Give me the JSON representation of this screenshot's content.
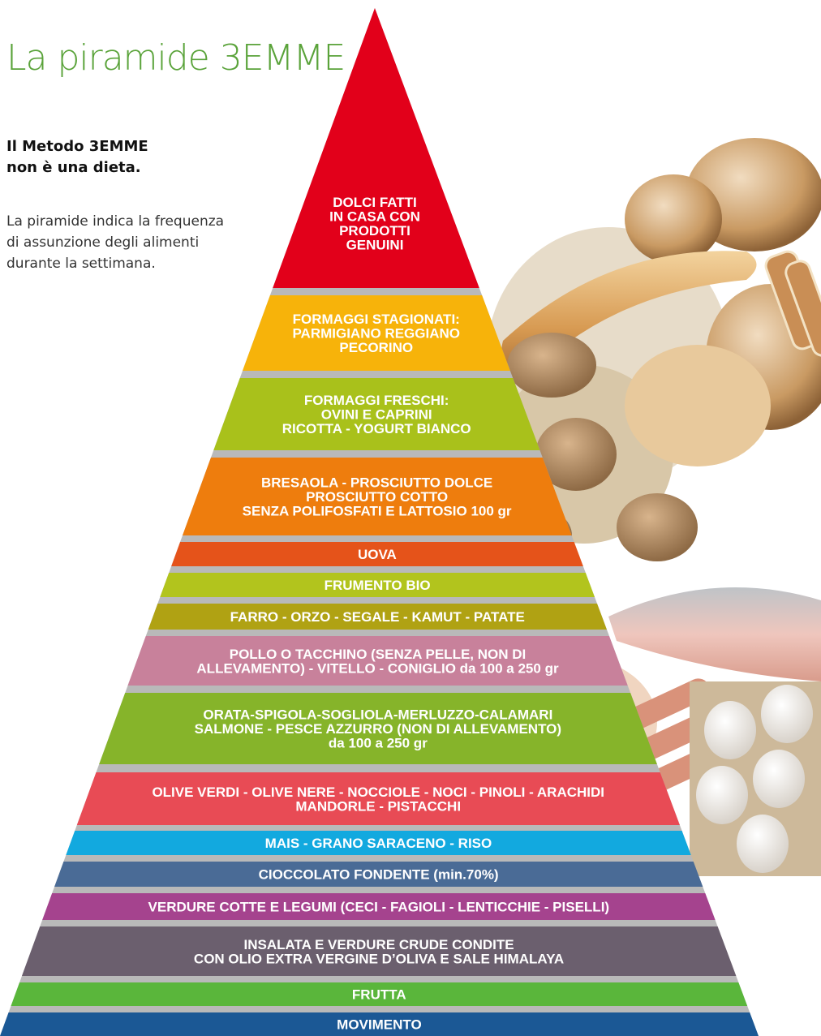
{
  "title": "La piramide 3EMME",
  "intro": {
    "bold_line1": "Il Metodo 3EMME",
    "bold_line2": "non è una dieta.",
    "text_line1": "La piramide indica la frequenza",
    "text_line2": "di assunzione degli alimenti",
    "text_line3": "durante la settimana."
  },
  "colors": {
    "title_green": "#5aa33a",
    "separator": "#b9b9b9",
    "label_text": "#ffffff"
  },
  "tiers": [
    {
      "lines": [
        "DOLCI FATTI",
        "IN CASA CON",
        "PRODOTTI",
        "GENUINI"
      ],
      "color": "#e2001a"
    },
    {
      "lines": [
        "FORMAGGI STAGIONATI:",
        "PARMIGIANO REGGIANO",
        "PECORINO"
      ],
      "color": "#f7b30a"
    },
    {
      "lines": [
        "FORMAGGI FRESCHI:",
        "OVINI E CAPRINI",
        "RICOTTA - YOGURT BIANCO"
      ],
      "color": "#a9c11b"
    },
    {
      "lines": [
        "BRESAOLA - PROSCIUTTO DOLCE",
        "PROSCIUTTO COTTO",
        "SENZA POLIFOSFATI E LATTOSIO 100 gr"
      ],
      "color": "#ee7d0d"
    },
    {
      "lines": [
        "UOVA"
      ],
      "color": "#e5531a"
    },
    {
      "lines": [
        "FRUMENTO BIO"
      ],
      "color": "#b2c41d"
    },
    {
      "lines": [
        "FARRO - ORZO - SEGALE - KAMUT - PATATE"
      ],
      "color": "#b0a213"
    },
    {
      "lines": [
        "POLLO O  TACCHINO (SENZA PELLE, NON DI",
        "ALLEVAMENTO)  - VITELLO - CONIGLIO da 100 a 250 gr"
      ],
      "color": "#c8819b"
    },
    {
      "lines": [
        "ORATA-SPIGOLA-SOGLIOLA-MERLUZZO-CALAMARI",
        "SALMONE  - PESCE AZZURRO (NON DI ALLEVAMENTO)",
        "da 100 a 250 gr"
      ],
      "color": "#86b42a"
    },
    {
      "lines": [
        "OLIVE VERDI - OLIVE NERE - NOCCIOLE - NOCI - PINOLI - ARACHIDI",
        "MANDORLE - PISTACCHI"
      ],
      "color": "#e84b55"
    },
    {
      "lines": [
        "MAIS - GRANO SARACENO - RISO"
      ],
      "color": "#12a9df"
    },
    {
      "lines": [
        "CIOCCOLATO FONDENTE (min.70%)"
      ],
      "color": "#4a6b96"
    },
    {
      "lines": [
        "VERDURE COTTE E LEGUMI (CECI - FAGIOLI - LENTICCHIE - PISELLI)"
      ],
      "color": "#a5438e"
    },
    {
      "lines": [
        "INSALATA E VERDURE CRUDE CONDITE",
        "CON OLIO EXTRA VERGINE D’OLIVA E SALE HIMALAYA"
      ],
      "color": "#6b5f6e"
    },
    {
      "lines": [
        "FRUTTA"
      ],
      "color": "#5ab63b"
    },
    {
      "lines": [
        "MOVIMENTO"
      ],
      "color": "#1b5895"
    }
  ]
}
